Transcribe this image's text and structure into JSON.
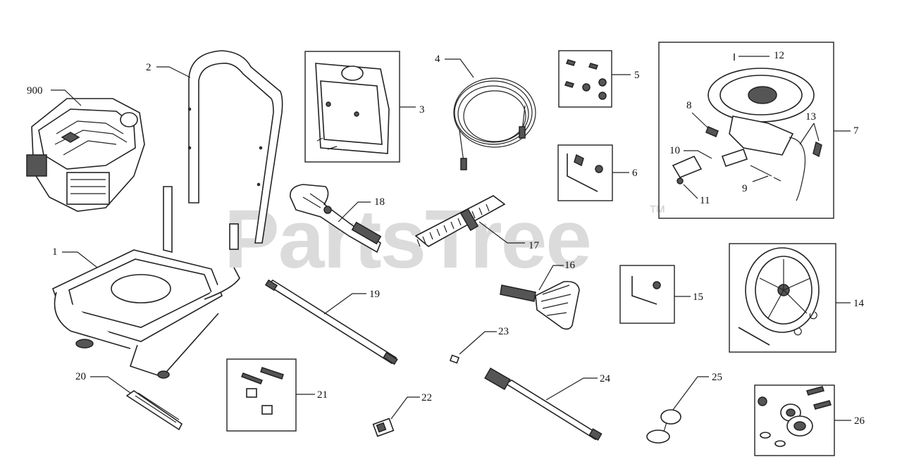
{
  "watermark": {
    "text": "PartsTree",
    "trademark": "TM"
  },
  "callouts": [
    {
      "id": "p900",
      "label": "900"
    },
    {
      "id": "p2",
      "label": "2"
    },
    {
      "id": "p3",
      "label": "3"
    },
    {
      "id": "p4",
      "label": "4"
    },
    {
      "id": "p5",
      "label": "5"
    },
    {
      "id": "p6",
      "label": "6"
    },
    {
      "id": "p7",
      "label": "7"
    },
    {
      "id": "p8",
      "label": "8"
    },
    {
      "id": "p9",
      "label": "9"
    },
    {
      "id": "p10",
      "label": "10"
    },
    {
      "id": "p11",
      "label": "11"
    },
    {
      "id": "p12",
      "label": "12"
    },
    {
      "id": "p13",
      "label": "13"
    },
    {
      "id": "p14",
      "label": "14"
    },
    {
      "id": "p15",
      "label": "15"
    },
    {
      "id": "p16",
      "label": "16"
    },
    {
      "id": "p17",
      "label": "17"
    },
    {
      "id": "p18",
      "label": "18"
    },
    {
      "id": "p19",
      "label": "19"
    },
    {
      "id": "p1",
      "label": "1"
    },
    {
      "id": "p20",
      "label": "20"
    },
    {
      "id": "p21",
      "label": "21"
    },
    {
      "id": "p22",
      "label": "22"
    },
    {
      "id": "p23",
      "label": "23"
    },
    {
      "id": "p24",
      "label": "24"
    },
    {
      "id": "p25",
      "label": "25"
    },
    {
      "id": "p26",
      "label": "26"
    }
  ]
}
